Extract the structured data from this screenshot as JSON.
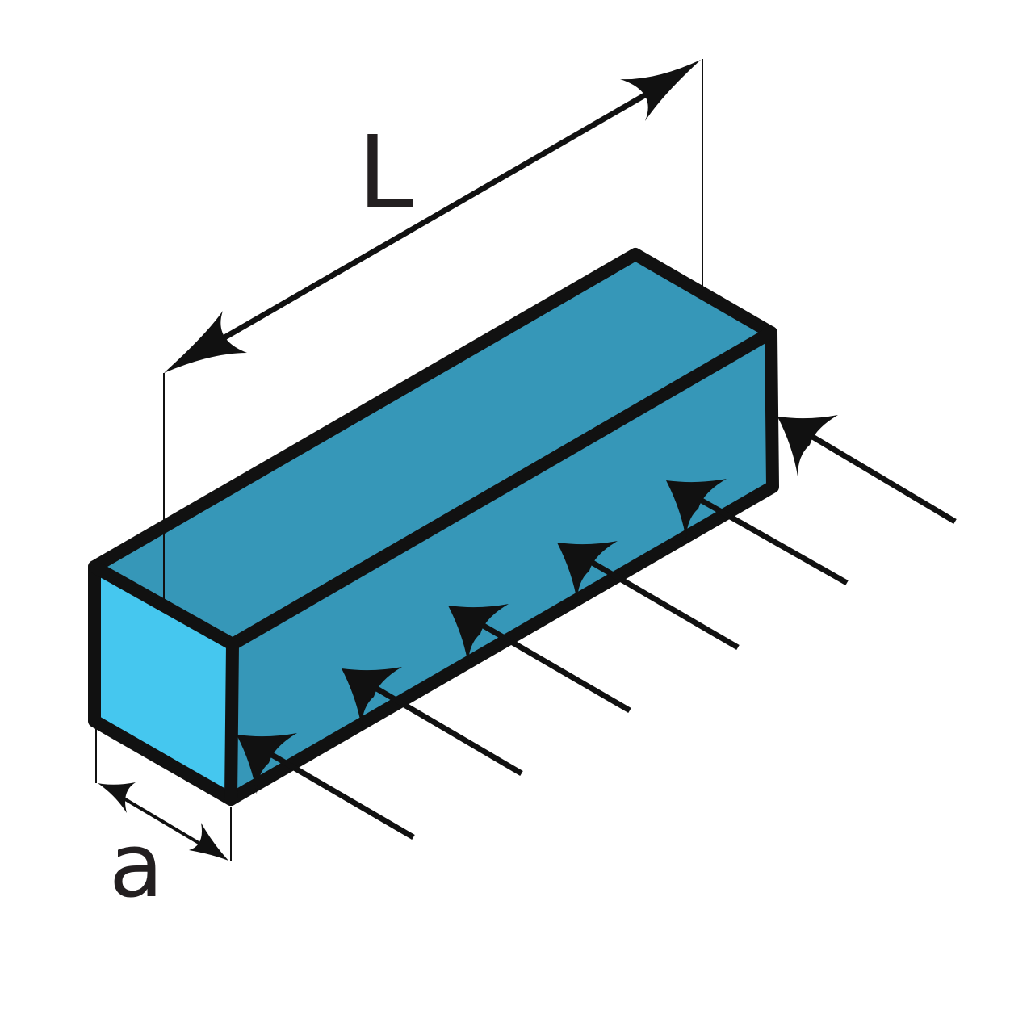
{
  "labels": {
    "length": "L",
    "side": "a"
  },
  "colors": {
    "end_face": "#45c7ef",
    "side_faces": "#3697b8",
    "outline": "#111111",
    "text": "#231f20"
  },
  "icons": {
    "length_dimension": "double-headed-arrow",
    "side_dimension": "double-headed-arrow",
    "load": "arrow-icon"
  },
  "load": {
    "arrow_count": 6
  }
}
